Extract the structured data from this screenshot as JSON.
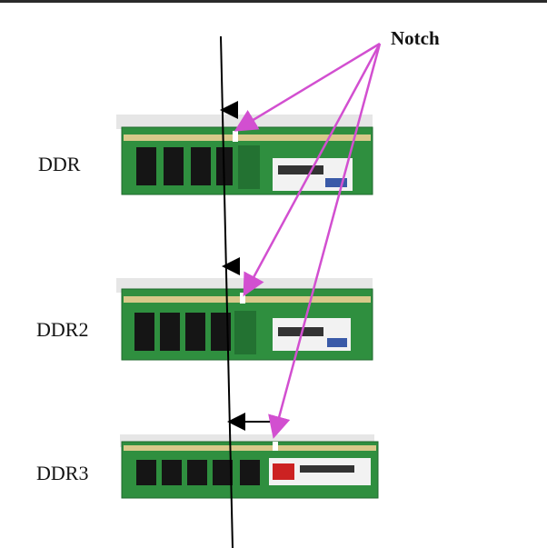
{
  "labels": {
    "notch": "Notch",
    "ddr": "DDR",
    "ddr2": "DDR2",
    "ddr3": "DDR3"
  },
  "colors": {
    "pcb": "#2f8f3f",
    "pcb_dark": "#237232",
    "contacts": "#d8c98a",
    "chip": "#151515",
    "arrow_magenta": "#d24fd0",
    "reference_line": "#000000"
  },
  "icons": {
    "reference_arrow": "left-arrow-icon",
    "callout_arrow": "magenta-arrow-icon"
  }
}
